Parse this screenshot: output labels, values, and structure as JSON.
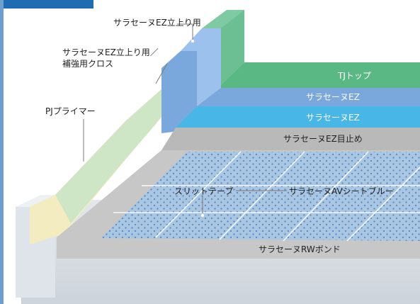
{
  "colors": {
    "header_bar": "#1f6cb3",
    "left_frame": "#6f9fd0",
    "primer": "#f3ecc0",
    "reinforce_cloth": "#cfe6c6",
    "topcoat": "#5ab884",
    "ez_upper": "#7ba8dc",
    "ez_lower": "#49b6e8",
    "sealant": "#b9b9b9",
    "sheet": "#a9c6e2",
    "sheet_dots": "#5a86c0",
    "bond": "#c7c7c7",
    "concrete": "#d8dde3"
  },
  "labels": {
    "ez_rise": "サラセーヌEZ立上り用",
    "ez_rise_cloth_line1": "サラセーヌEZ立上り用／",
    "ez_rise_cloth_line2": "補強用クロス",
    "pj_primer": "PJプライマー",
    "tj_top": "TJトップ",
    "ez_1": "サラセーヌEZ",
    "ez_2": "サラセーヌEZ",
    "ez_sealant": "サラセーヌEZ目止め",
    "slit_tape": "スリットテープ",
    "av_sheet": "サラセーヌAVシートブルー",
    "rw_bond": "サラセーヌRWボンド"
  }
}
